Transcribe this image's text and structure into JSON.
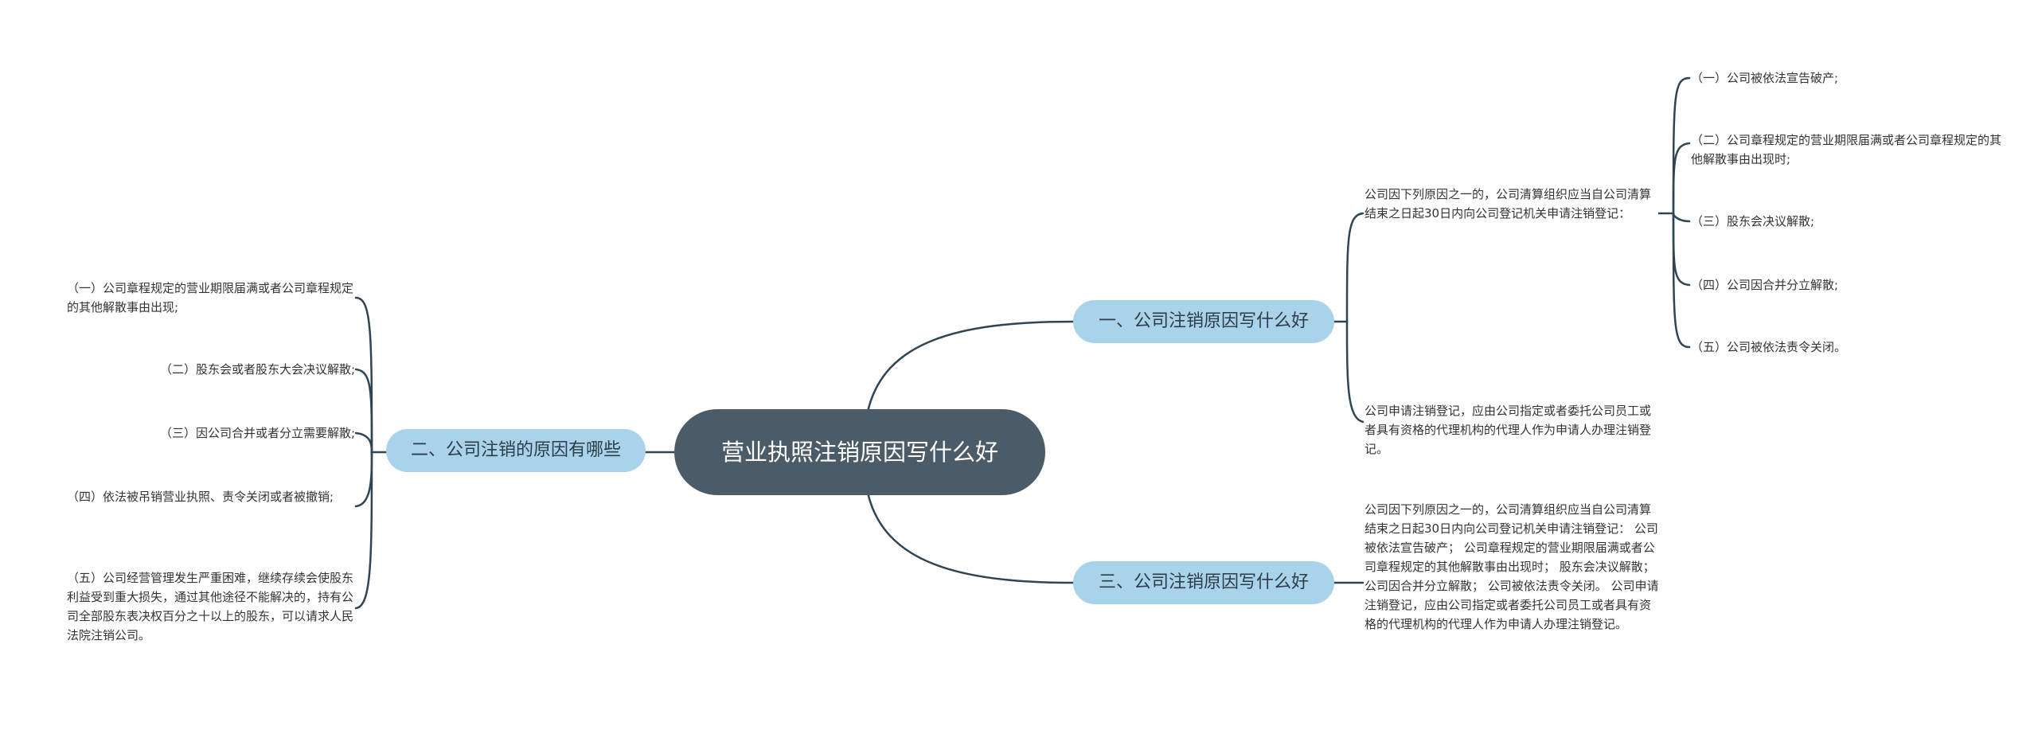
{
  "root": {
    "title": "营业执照注销原因写什么好"
  },
  "branches": [
    {
      "label": "一、公司注销原因写什么好",
      "children": [
        {
          "text": "公司因下列原因之一的，公司清算组织应当自公司清算结束之日起30日内向公司登记机关申请注销登记：",
          "children": [
            "（一）公司被依法宣告破产;",
            "（二）公司章程规定的营业期限届满或者公司章程规定的其他解散事由出现时;",
            "（三）股东会决议解散;",
            "（四）公司因合并分立解散;",
            "（五）公司被依法责令关闭。"
          ]
        },
        {
          "text": "公司申请注销登记，应由公司指定或者委托公司员工或者具有资格的代理机构的代理人作为申请人办理注销登记。"
        }
      ]
    },
    {
      "label": "二、公司注销的原因有哪些",
      "children": [
        "（一）公司章程规定的营业期限届满或者公司章程规定的其他解散事由出现;",
        "（二）股东会或者股东大会决议解散;",
        "（三）因公司合并或者分立需要解散;",
        "（四）依法被吊销营业执照、责令关闭或者被撤销;",
        "（五）公司经营管理发生严重困难，继续存续会使股东利益受到重大损失，通过其他途径不能解决的，持有公司全部股东表决权百分之十以上的股东，可以请求人民法院注销公司。"
      ]
    },
    {
      "label": "三、公司注销原因写什么好",
      "children": [
        "公司因下列原因之一的，公司清算组织应当自公司清算结束之日起30日内向公司登记机关申请注销登记：  公司被依法宣告破产；  公司章程规定的营业期限届满或者公司章程规定的其他解散事由出现时；  股东会决议解散；  公司因合并分立解散；  公司被依法责令关闭。  公司申请注销登记，应由公司指定或者委托公司员工或者具有资格的代理机构的代理人作为申请人办理注销登记。"
      ]
    }
  ],
  "colors": {
    "root_fill": "#4c5b68",
    "branch_fill": "#a9d3ea",
    "connector": "#2f4554",
    "text": "#333333"
  }
}
